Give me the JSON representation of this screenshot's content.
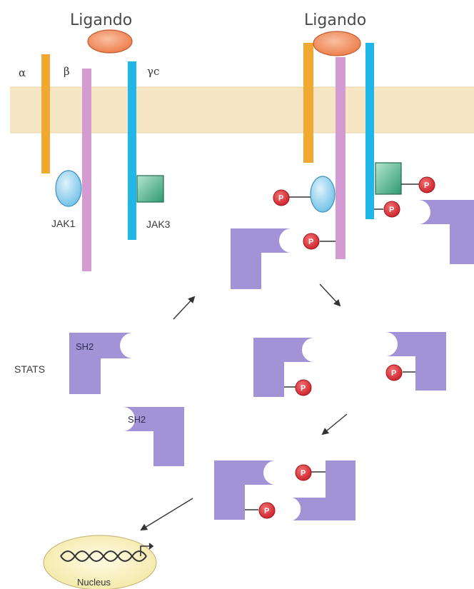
{
  "labels": {
    "ligand_left": "Ligando",
    "ligand_right": "Ligando",
    "alpha": "α",
    "beta": "β",
    "gamma_c": "γc",
    "jak1": "JAK1",
    "jak3": "JAK3",
    "stats": "STATS",
    "sh2": "SH2",
    "phospho": "P",
    "nucleus": "Nucleus"
  },
  "colors": {
    "membrane": "#f7e6c4",
    "alpha_chain": "#f0a830",
    "beta_chain": "#d49bd3",
    "gamma_chain": "#1fb6e8",
    "ligand": "#f28c5c",
    "jak1": "#8fd0f0",
    "jak3": "#3aa57c",
    "stat": "#a193d6",
    "phospho": "#e0303a",
    "nucleus": "#fbf4c8",
    "arrow": "#333333"
  }
}
